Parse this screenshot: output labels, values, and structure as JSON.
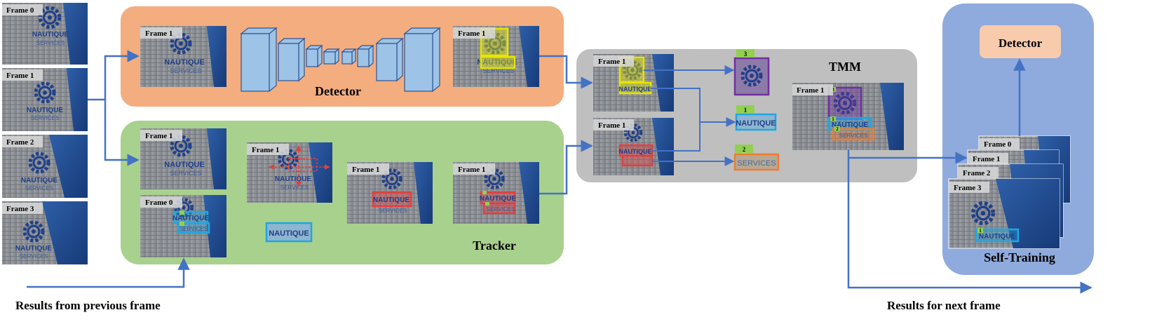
{
  "frame_labels": {
    "f0": "Frame 0",
    "f1": "Frame 1",
    "f2": "Frame 2",
    "f3": "Frame 3"
  },
  "sign": {
    "line1": "NAUTIQUE",
    "line2": "SERVICES"
  },
  "modules": {
    "detector": "Detector",
    "tracker": "Tracker",
    "tmm": "TMM",
    "self_training": "Self-Training",
    "detector_small": "Detector"
  },
  "captions": {
    "previous": "Results from previous frame",
    "next": "Results for next frame"
  },
  "track_ids": {
    "a": "1",
    "b": "2",
    "c": "3"
  },
  "colors": {
    "detector_panel": "#f4ad7e",
    "tracker_panel": "#a9d18e",
    "tmm_panel": "#bfbfbf",
    "self_training_panel": "#8faadc",
    "detector_box": "#f8cbad",
    "arrow": "#4472c4",
    "box_yellow": "#e6e600",
    "box_red": "#e04040",
    "box_purple": "#7030a0",
    "box_cyan": "#1ea7e1",
    "box_orange": "#ed7d31",
    "tag_green": "#92d050"
  }
}
